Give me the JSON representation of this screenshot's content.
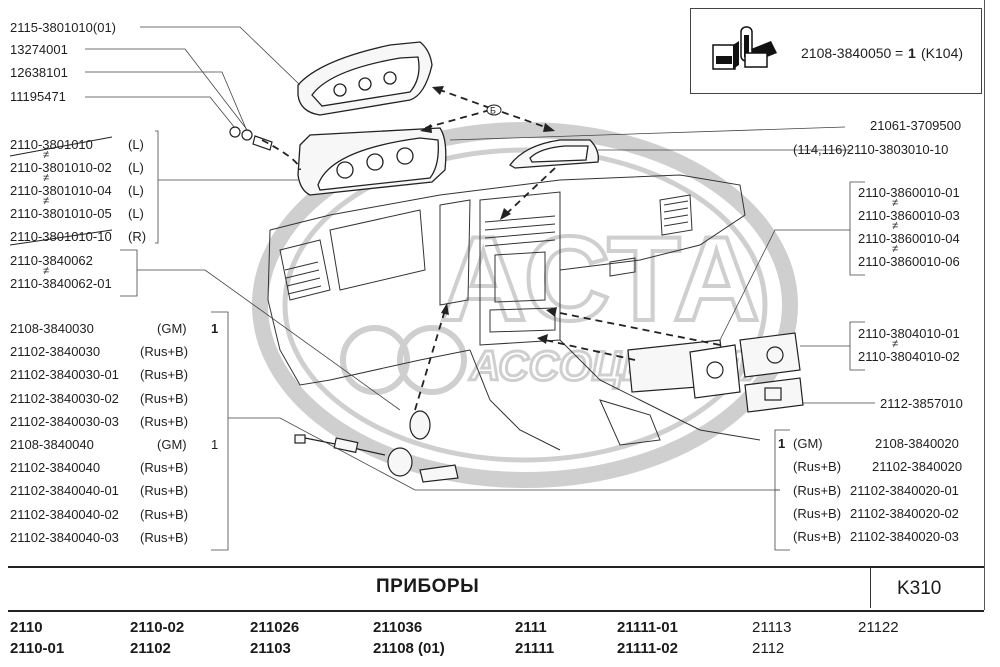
{
  "page": {
    "title": "ПРИБОРЫ",
    "section_code": "K310"
  },
  "inset": {
    "part_number": "2108-3840050",
    "equals": "=",
    "quantity": "1",
    "reference": "(K104)",
    "icon": "fuse-box-kit-icon"
  },
  "callout_marker": "Б",
  "watermark": {
    "line1": "АСТА",
    "line2": "АССОЦИАЦИЯ"
  },
  "left_top_parts": [
    "2115-3801010(01)",
    "13274001",
    "12638101",
    "11195471"
  ],
  "cluster_group": [
    {
      "part": "2110-3801010",
      "side": "(L)",
      "struck": true
    },
    {
      "part": "2110-3801010-02",
      "side": "(L)",
      "struck": false
    },
    {
      "part": "2110-3801010-04",
      "side": "(L)",
      "struck": false
    },
    {
      "part": "2110-3801010-05",
      "side": "(L)",
      "struck": false
    },
    {
      "part": "2110-3801010-10",
      "side": "(R)",
      "struck": true
    }
  ],
  "cable_group": [
    "2110-3840062",
    "2110-3840062-01"
  ],
  "sensor_group": [
    {
      "part": "2108-3840030",
      "variant": "(GM)",
      "qty": "1"
    },
    {
      "part": "21102-3840030",
      "variant": "(Rus+B)",
      "qty": ""
    },
    {
      "part": "21102-3840030-01",
      "variant": "(Rus+B)",
      "qty": ""
    },
    {
      "part": "21102-3840030-02",
      "variant": "(Rus+B)",
      "qty": ""
    },
    {
      "part": "21102-3840030-03",
      "variant": "(Rus+B)",
      "qty": ""
    },
    {
      "part": "2108-3840040",
      "variant": "(GM)",
      "qty": "1"
    },
    {
      "part": "21102-3840040",
      "variant": "(Rus+B)",
      "qty": ""
    },
    {
      "part": "21102-3840040-01",
      "variant": "(Rus+B)",
      "qty": ""
    },
    {
      "part": "21102-3840040-02",
      "variant": "(Rus+B)",
      "qty": ""
    },
    {
      "part": "21102-3840040-03",
      "variant": "(Rus+B)",
      "qty": ""
    }
  ],
  "right_parts": {
    "cover": "21061-3709500",
    "display": "(114,116)2110-3803010-10",
    "module_group": [
      "2110-3860010-01",
      "2110-3860010-03",
      "2110-3860010-04",
      "2110-3860010-06"
    ],
    "clock_group": [
      "2110-3804010-01",
      "2110-3804010-02"
    ],
    "switch": "2112-3857010"
  },
  "speed_sensor_group": [
    {
      "qty": "1",
      "variant": "(GM)",
      "part": "2108-3840020"
    },
    {
      "qty": "",
      "variant": "(Rus+B)",
      "part": "21102-3840020"
    },
    {
      "qty": "",
      "variant": "(Rus+B)",
      "part": "21102-3840020-01"
    },
    {
      "qty": "",
      "variant": "(Rus+B)",
      "part": "21102-3840020-02"
    },
    {
      "qty": "",
      "variant": "(Rus+B)",
      "part": "21102-3840020-03"
    }
  ],
  "neq_symbol": "≠",
  "models": [
    [
      "2110",
      "2110-01"
    ],
    [
      "2110-02",
      "21102"
    ],
    [
      "211026",
      "21103"
    ],
    [
      "211036",
      "21108  (01)"
    ],
    [
      "2111",
      "21111"
    ],
    [
      "21111-01",
      "21111-02"
    ],
    [
      "21113",
      "2112"
    ],
    [
      "21122",
      ""
    ]
  ]
}
